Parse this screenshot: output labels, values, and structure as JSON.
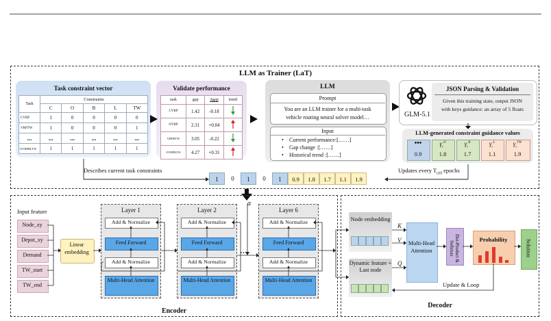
{
  "top": {
    "title": "LLM as Trainer (LaT)",
    "constraint_title": "Task constraint vector",
    "constraint_header_task": "Task",
    "constraint_header_group": "Constraints",
    "constraint_cols": [
      "C",
      "O",
      "B",
      "L",
      "TW"
    ],
    "constraint_rows": [
      {
        "task": "CVRP",
        "vals": [
          "1",
          "0",
          "0",
          "0",
          "0"
        ]
      },
      {
        "task": "VRPTW",
        "vals": [
          "1",
          "0",
          "0",
          "0",
          "1"
        ]
      },
      {
        "task": "...",
        "vals": [
          "...",
          "...",
          "...",
          "...",
          "..."
        ]
      },
      {
        "task": "OVRPBLTW",
        "vals": [
          "1",
          "1",
          "1",
          "1",
          "1"
        ]
      }
    ],
    "validate_title": "Validate performance",
    "validate_headers": [
      "task",
      "gap",
      "Δgap",
      "trend"
    ],
    "validate_rows": [
      {
        "task": "CVRP",
        "gap": "1.42",
        "dgap": "-0.18",
        "trend": "down"
      },
      {
        "task": "OVRP",
        "gap": "2.31",
        "dgap": "+0.04",
        "trend": "up"
      },
      {
        "task": "VRPBTW",
        "gap": "3.05",
        "dgap": "-0.22",
        "trend": "down"
      },
      {
        "task": "OVRPBLTW",
        "gap": "4.27",
        "dgap": "+0.31",
        "trend": "up"
      }
    ],
    "llm_title": "LLM",
    "prompt_label": "Prompt",
    "prompt_text_1": "You are an LLM trainer for a multi-task",
    "prompt_text_2": "vehicle routing neural solver model…",
    "input_label": "Input",
    "input_items": [
      "Current performance:[……]",
      "Gap change :[……]",
      "Historical trend :[……]"
    ],
    "glm_name": "GLM-5.1",
    "json_title": "JSON Parsing & Validation",
    "json_text_1": "Given this training state, output JSON",
    "json_text_2": "with keys guidance: an array of 5 floats",
    "guidance_title": "LLM-generated constraint guidance values",
    "guidance_values": [
      "0.9",
      "1.8",
      "1.7",
      "1.1",
      "1.9"
    ],
    "describes_label": "Describes current task constraints",
    "updates_label": "Updates every T",
    "updates_sub": "ctrl",
    "updates_suffix": " epochs",
    "vector_values": [
      "1",
      "0",
      "1",
      "0",
      "1",
      "0.9",
      "1.8",
      "1.7",
      "1.1",
      "1.9"
    ],
    "colors": {
      "blue": "#bcd3ee",
      "yellow": "#fff2c0"
    }
  },
  "encoder": {
    "input_title": "Input feature",
    "features": [
      "Node_xy",
      "Depot_xy",
      "Demand",
      "TW_start",
      "TW_end"
    ],
    "linear": "Linear embedding",
    "layers": [
      "Layer 1",
      "Layer 2",
      "Layer 6"
    ],
    "add_norm": "Add & Normalize",
    "feed_forward": "Feed Forward",
    "mha": "Multi-Head Attention",
    "dots": "…",
    "alpha": "α",
    "label": "Encoder"
  },
  "decoder": {
    "node_embedding": "Node embedding",
    "dynamic_feature": "Dynamic feature + Last node",
    "k": "K",
    "v": "V",
    "q": "Q",
    "mha": "Multi-Head Attention",
    "dot": "Dot-Product & Softmax",
    "probability": "Probability",
    "solution": "Solution",
    "update": "Update & Loop",
    "label": "Decoder"
  }
}
